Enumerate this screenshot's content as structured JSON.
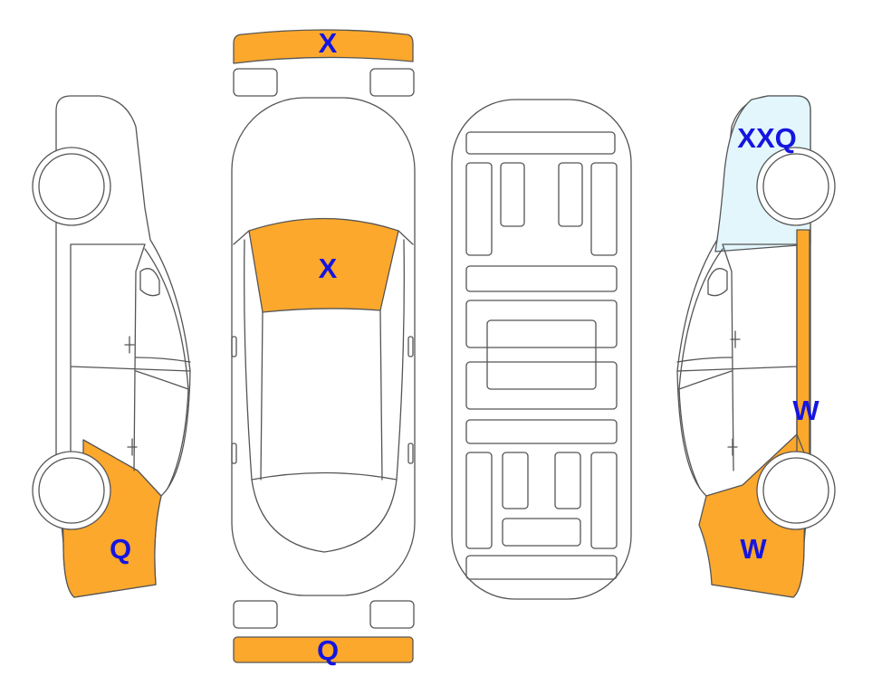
{
  "colors": {
    "damage": "#FCA82C",
    "scratch": "#E2F6FC",
    "marker_text": "#1515E0",
    "outline": "#555555"
  },
  "markers": {
    "front_bumper": "X",
    "windshield": "X",
    "rear_bumper": "Q",
    "left_rear_quarter": "Q",
    "right_front_fender": "XXQ",
    "right_rocker": "W",
    "right_rear_quarter": "W"
  },
  "panels": {
    "front_bumper": "damage",
    "windshield": "damage",
    "rear_bumper": "damage",
    "left_rear_quarter": "damage",
    "right_front_fender": "scratch",
    "right_rocker": "damage",
    "right_rear_quarter": "damage"
  }
}
